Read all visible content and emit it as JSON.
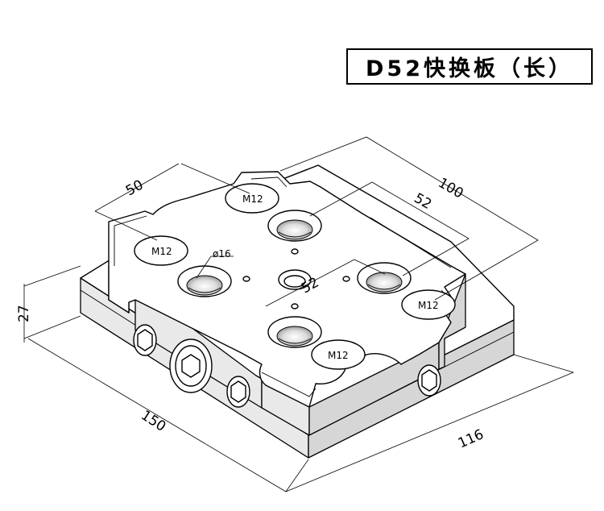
{
  "title": "D52快换板（长）",
  "dimensions": {
    "d_50": "50",
    "d_100": "100",
    "d_52_top": "52",
    "d_52_mid": "52",
    "d_27": "27",
    "d_150": "150",
    "d_116": "116"
  },
  "labels": {
    "m12_top": "M12",
    "m12_left": "M12",
    "m12_right": "M12",
    "m12_bottom": "M12",
    "phi16": "ø16"
  }
}
